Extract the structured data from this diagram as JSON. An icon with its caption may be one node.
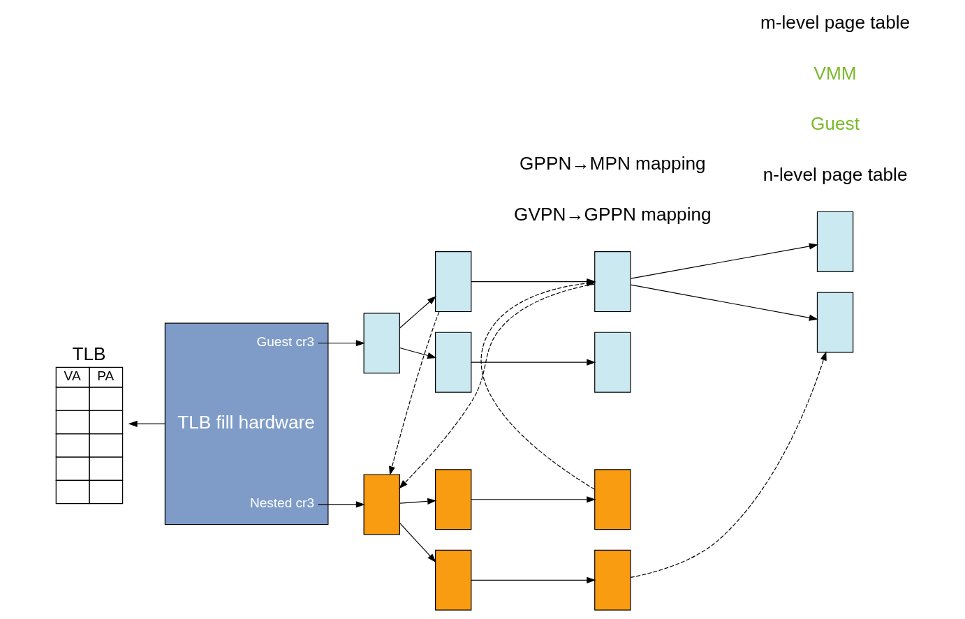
{
  "diagram": {
    "nodes": [
      {
        "text": [
          "TLB",
          "VA",
          "PA"
        ]
      },
      {
        "text": [
          "Guest cr3",
          "TLB fill hardware",
          "Nested cr3"
        ]
      },
      {
        "text": [],
        "shape": "box"
      },
      {
        "text": [],
        "shape": "box"
      },
      {
        "text": [],
        "shape": "box"
      },
      {
        "text": [],
        "shape": "box"
      },
      {
        "text": [],
        "shape": "box"
      },
      {
        "text": [],
        "shape": "box"
      },
      {
        "text": [],
        "shape": "box"
      },
      {
        "text": [],
        "shape": "box"
      },
      {
        "text": [],
        "shape": "box"
      },
      {
        "text": [],
        "shape": "box"
      },
      {
        "text": [],
        "shape": "box"
      },
      {
        "text": [],
        "shape": "box"
      }
    ],
    "edges": [
      {
        "from": 1,
        "to": 0,
        "arrow": "to"
      },
      {
        "from": 1,
        "to": 2,
        "arrow": "to"
      },
      {
        "from": 1,
        "to": 9,
        "arrow": "to"
      },
      {
        "from": 2,
        "to": 3,
        "arrow": "to"
      },
      {
        "from": 2,
        "to": 4,
        "arrow": "to"
      },
      {
        "from": 3,
        "to": 5,
        "arrow": "to"
      },
      {
        "from": 4,
        "to": 6,
        "arrow": "to"
      },
      {
        "from": 5,
        "to": 7,
        "arrow": "to"
      },
      {
        "from": 5,
        "to": 8,
        "arrow": "to"
      },
      {
        "from": 9,
        "to": 10,
        "arrow": "to"
      },
      {
        "from": 9,
        "to": 11,
        "arrow": "to"
      },
      {
        "from": 10,
        "to": 12,
        "arrow": "to"
      },
      {
        "from": 11,
        "to": 13,
        "arrow": "to"
      },
      {
        "from": 3,
        "to": 9,
        "arrow": "to",
        "style": "dashed"
      },
      {
        "from": 5,
        "to": 9,
        "arrow": "to",
        "style": "dashed"
      },
      {
        "from": 12,
        "to": 5,
        "arrow": "to",
        "style": "dashed"
      },
      {
        "from": 13,
        "to": 8,
        "arrow": "to",
        "style": "dashed"
      }
    ],
    "labels": [
      "GVPN→GPPN mapping",
      "n-level page table",
      "Guest",
      "VMM",
      "m-level page table",
      "GPPN→MPN mapping"
    ]
  }
}
